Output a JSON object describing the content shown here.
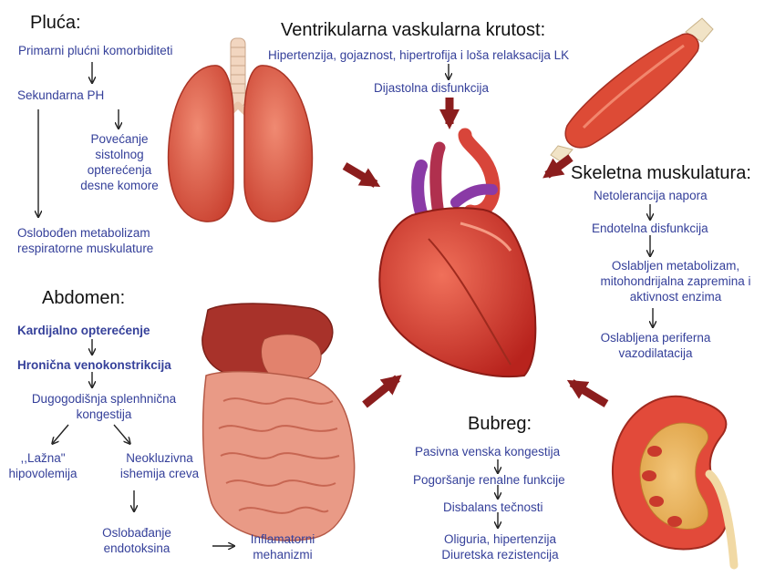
{
  "sections": {
    "lungs": {
      "title": "Pluća:",
      "items": [
        "Primarni plućni komorbiditeti",
        "Sekundarna PH",
        "Povećanje sistolnog opterećenja desne komore",
        "Oslobođen metabolizam respiratorne muskulature"
      ]
    },
    "ventricular": {
      "title": "Ventrikularna vaskularna krutost:",
      "items": [
        "Hipertenzija, gojaznost, hipertrofija i loša relaksacija LK",
        "Dijastolna disfunkcija"
      ]
    },
    "skeletal": {
      "title": "Skeletna muskulatura:",
      "items": [
        "Netolerancija napora",
        "Endotelna disfunkcija",
        "Oslabljen metabolizam, mitohondrijalna zapremina i aktivnost enzima",
        "Oslabljena periferna vazodilatacija"
      ]
    },
    "abdomen": {
      "title": "Abdomen:",
      "items": [
        "Kardijalno opterećenje",
        "Hronična venokonstrikcija",
        "Dugogodišnja splenhnična kongestija",
        ",,Lažna\" hipovolemija",
        "Neokluzivna ishemija creva",
        "Oslobađanje endotoksina",
        "Inflamatorni mehanizmi"
      ]
    },
    "kidney": {
      "title": "Bubreg:",
      "items": [
        "Pasivna venska kongestija",
        "Pogoršanje renalne funkcije",
        "Disbalans tečnosti",
        "Oliguria, hipertenzija Diuretska rezistencija"
      ]
    }
  },
  "colors": {
    "text": "#35409a",
    "arrow_big": "#8b1d1d",
    "heart": "#d83a2e",
    "lung": "#e8634f",
    "muscle": "#e0533f",
    "kidney": "#e24a3a",
    "vessel_purple": "#8a3aa6"
  },
  "icons": [
    "lungs-illustration",
    "heart-illustration",
    "muscle-illustration",
    "digestive-organs-illustration",
    "kidney-illustration"
  ]
}
